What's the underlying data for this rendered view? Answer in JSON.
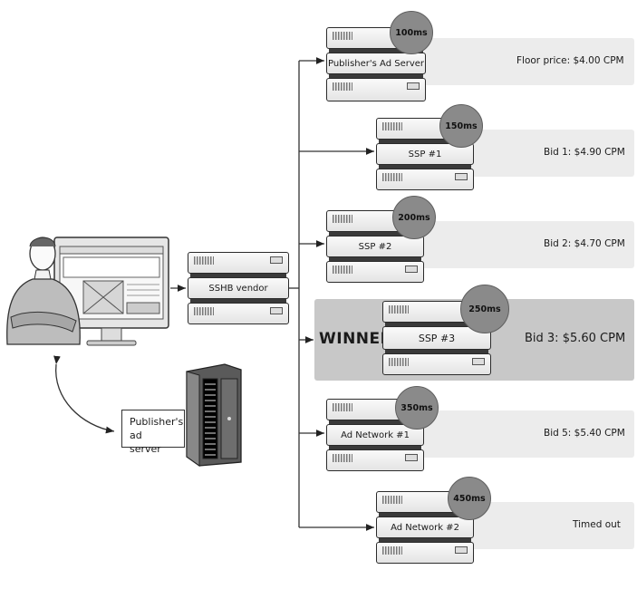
{
  "diagram": {
    "title_hint": "Server-side header bidding auction flow",
    "user_node": {
      "label": "Publisher's site visitor with monitor"
    },
    "hub": {
      "label": "SSHB vendor"
    },
    "publisher_ad_server_callout": {
      "line1": "Publisher's",
      "line2": "ad server"
    },
    "winner_label": "WINNER",
    "bidders": [
      {
        "name": "Publisher's Ad Server",
        "latency": "100ms",
        "result": "Floor price: $4.00 CPM",
        "winner": false
      },
      {
        "name": "SSP #1",
        "latency": "150ms",
        "result": "Bid 1: $4.90 CPM",
        "winner": false
      },
      {
        "name": "SSP #2",
        "latency": "200ms",
        "result": "Bid 2: $4.70 CPM",
        "winner": false
      },
      {
        "name": "SSP #3",
        "latency": "250ms",
        "result": "Bid 3: $5.60 CPM",
        "winner": true
      },
      {
        "name": "Ad Network #1",
        "latency": "350ms",
        "result": "Bid 5: $5.40 CPM",
        "winner": false
      },
      {
        "name": "Ad Network #2",
        "latency": "450ms",
        "result": "Timed out",
        "winner": false
      }
    ]
  }
}
